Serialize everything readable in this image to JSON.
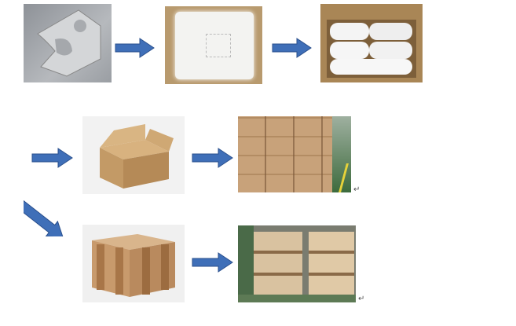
{
  "steps": [
    {
      "name": "metal-part",
      "kind": "photo"
    },
    {
      "name": "sealed-bag",
      "kind": "photo"
    },
    {
      "name": "bags-in-carton",
      "kind": "photo"
    },
    {
      "name": "carton-box",
      "kind": "photo"
    },
    {
      "name": "stacked-cartons",
      "kind": "photo"
    },
    {
      "name": "wooden-crate",
      "kind": "photo"
    },
    {
      "name": "palletized-crates",
      "kind": "photo"
    }
  ],
  "marks": {
    "return_symbol": "↵"
  },
  "colors": {
    "arrow_fill": "#3f6fb8",
    "arrow_stroke": "#2a4f8c",
    "cardboard": "#c9a172",
    "wood": "#b98a5e"
  }
}
